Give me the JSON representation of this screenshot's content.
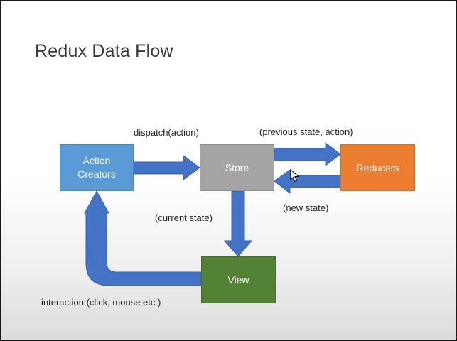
{
  "slide": {
    "title": "Redux Data Flow"
  },
  "diagram": {
    "nodes": {
      "action_creators": {
        "label": "Action\nCreators",
        "color": "#5b9bd5"
      },
      "store": {
        "label": "Store",
        "color": "#a5a5a5"
      },
      "reducers": {
        "label": "Reducers",
        "color": "#ed7d31"
      },
      "view": {
        "label": "View",
        "color": "#548235"
      }
    },
    "edges": {
      "dispatch": "dispatch(action)",
      "previous_state": "(previous state, action)",
      "new_state": "(new state)",
      "current_state": "(current state)",
      "interaction": "interaction (click, mouse etc.)"
    },
    "arrow_color": "#4472c4"
  }
}
